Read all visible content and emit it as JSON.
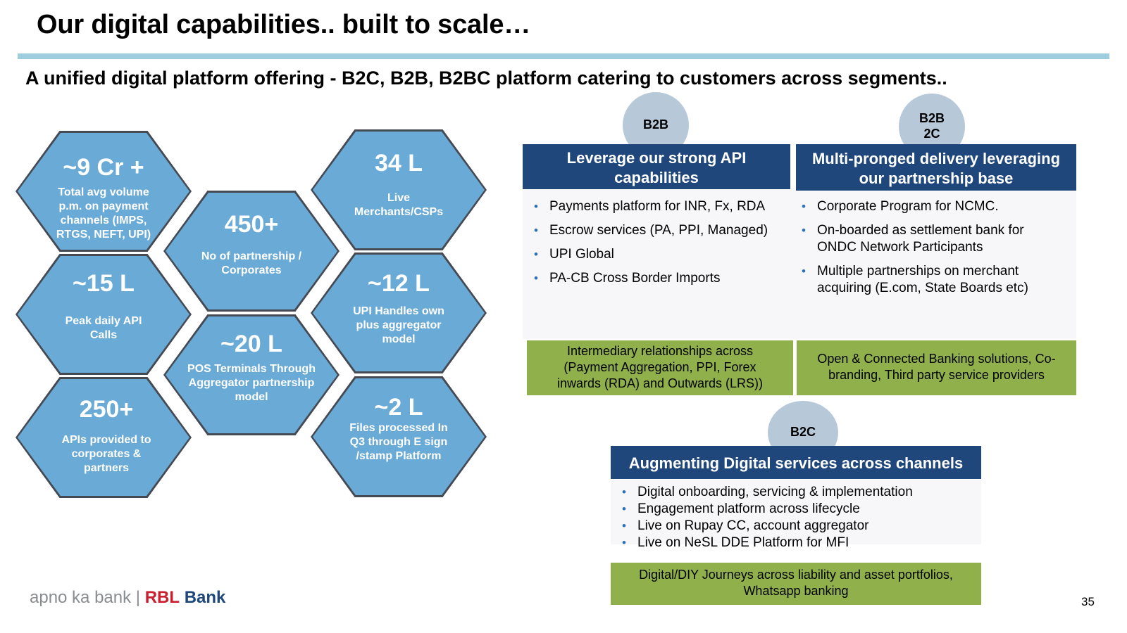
{
  "title": "Our digital capabilities.. built to scale…",
  "subtitle": "A unified digital platform offering - B2C, B2B, B2BC platform catering to customers across segments..",
  "hexagons": [
    {
      "value": "~9 Cr +",
      "label": "Total avg volume p.m. on payment channels (IMPS, RTGS, NEFT, UPI)"
    },
    {
      "value": "450+",
      "label": "No of partnership / Corporates"
    },
    {
      "value": "34 L",
      "label": "Live Merchants/CSPs"
    },
    {
      "value": "~15 L",
      "label": "Peak daily API Calls"
    },
    {
      "value": "~20 L",
      "label": "POS Terminals Through Aggregator partnership model"
    },
    {
      "value": "~12 L",
      "label": "UPI Handles own plus aggregator model"
    },
    {
      "value": "250+",
      "label": "APIs provided to corporates & partners"
    },
    {
      "value": "~2 L",
      "label": "Files processed In Q3 through E sign /stamp Platform"
    }
  ],
  "b2b": {
    "badge": "B2B",
    "header": "Leverage our strong API capabilities",
    "bullets": [
      "Payments platform for INR, Fx, RDA",
      "Escrow services (PA, PPI, Managed)",
      "UPI Global",
      "PA-CB Cross Border Imports"
    ],
    "footer": "Intermediary relationships across (Payment Aggregation, PPI, Forex inwards (RDA) and Outwards (LRS))"
  },
  "b2b2c": {
    "badge_line1": "B2B",
    "badge_line2": "2C",
    "header": "Multi-pronged delivery leveraging our partnership base",
    "bullets": [
      "Corporate Program for NCMC.",
      "On-boarded as settlement bank for ONDC Network Participants",
      "Multiple partnerships on merchant acquiring (E.com, State Boards etc)"
    ],
    "footer": "Open & Connected Banking solutions, Co-branding, Third party service providers"
  },
  "b2c": {
    "badge": "B2C",
    "header": "Augmenting Digital services across channels",
    "bullets": [
      "Digital onboarding, servicing & implementation",
      "Engagement platform across lifecycle",
      "Live on Rupay CC, account aggregator",
      "Live on NeSL DDE Platform for MFI"
    ],
    "footer": "Digital/DIY Journeys across liability and asset portfolios, Whatsapp banking"
  },
  "footer": {
    "tagline": "apno ka bank",
    "separator": "|",
    "brand_rbl": "RBL",
    "brand_bank": "Bank",
    "page_number": "35"
  }
}
